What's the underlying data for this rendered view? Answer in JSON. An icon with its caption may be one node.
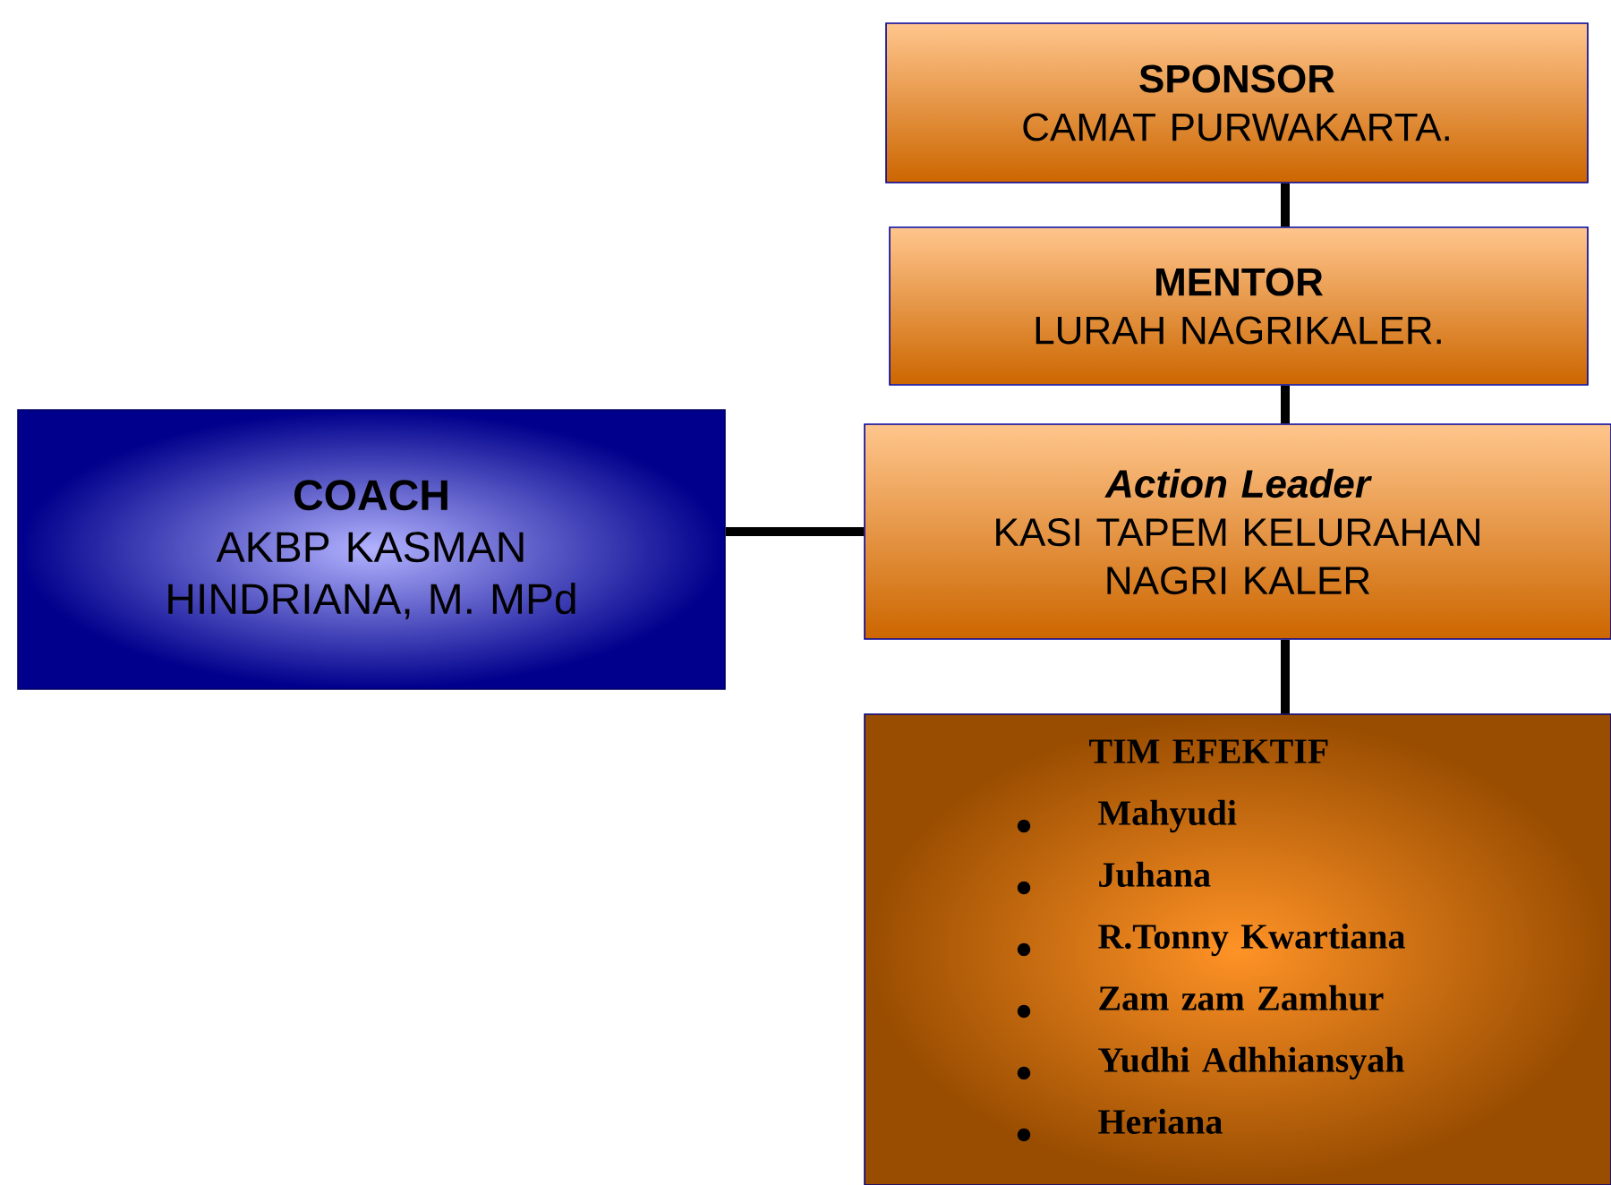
{
  "diagram": {
    "nodes": [
      {
        "text": [
          "SPONSOR",
          "CAMAT PURWAKARTA."
        ]
      },
      {
        "text": [
          "MENTOR",
          "LURAH NAGRIKALER."
        ]
      },
      {
        "text": [
          "COACH",
          "AKBP  KASMAN HINDRIANA, M. MPd"
        ]
      },
      {
        "text": [
          "Action Leader",
          "KASI TAPEM KELURAHAN NAGRI KALER"
        ]
      },
      {
        "text": [
          "TIM EFEKTIF",
          "Mahyudi",
          "Juhana",
          "R.Tonny  Kwartiana",
          "Zam zam Zamhur",
          "Yudhi  Adhhiansyah",
          "Heriana"
        ]
      }
    ],
    "edges": [
      {
        "from": 0,
        "to": 1,
        "arrow": "none"
      },
      {
        "from": 1,
        "to": 3,
        "arrow": "none"
      },
      {
        "from": 2,
        "to": 3,
        "arrow": "none"
      },
      {
        "from": 3,
        "to": 4,
        "arrow": "none"
      }
    ]
  }
}
